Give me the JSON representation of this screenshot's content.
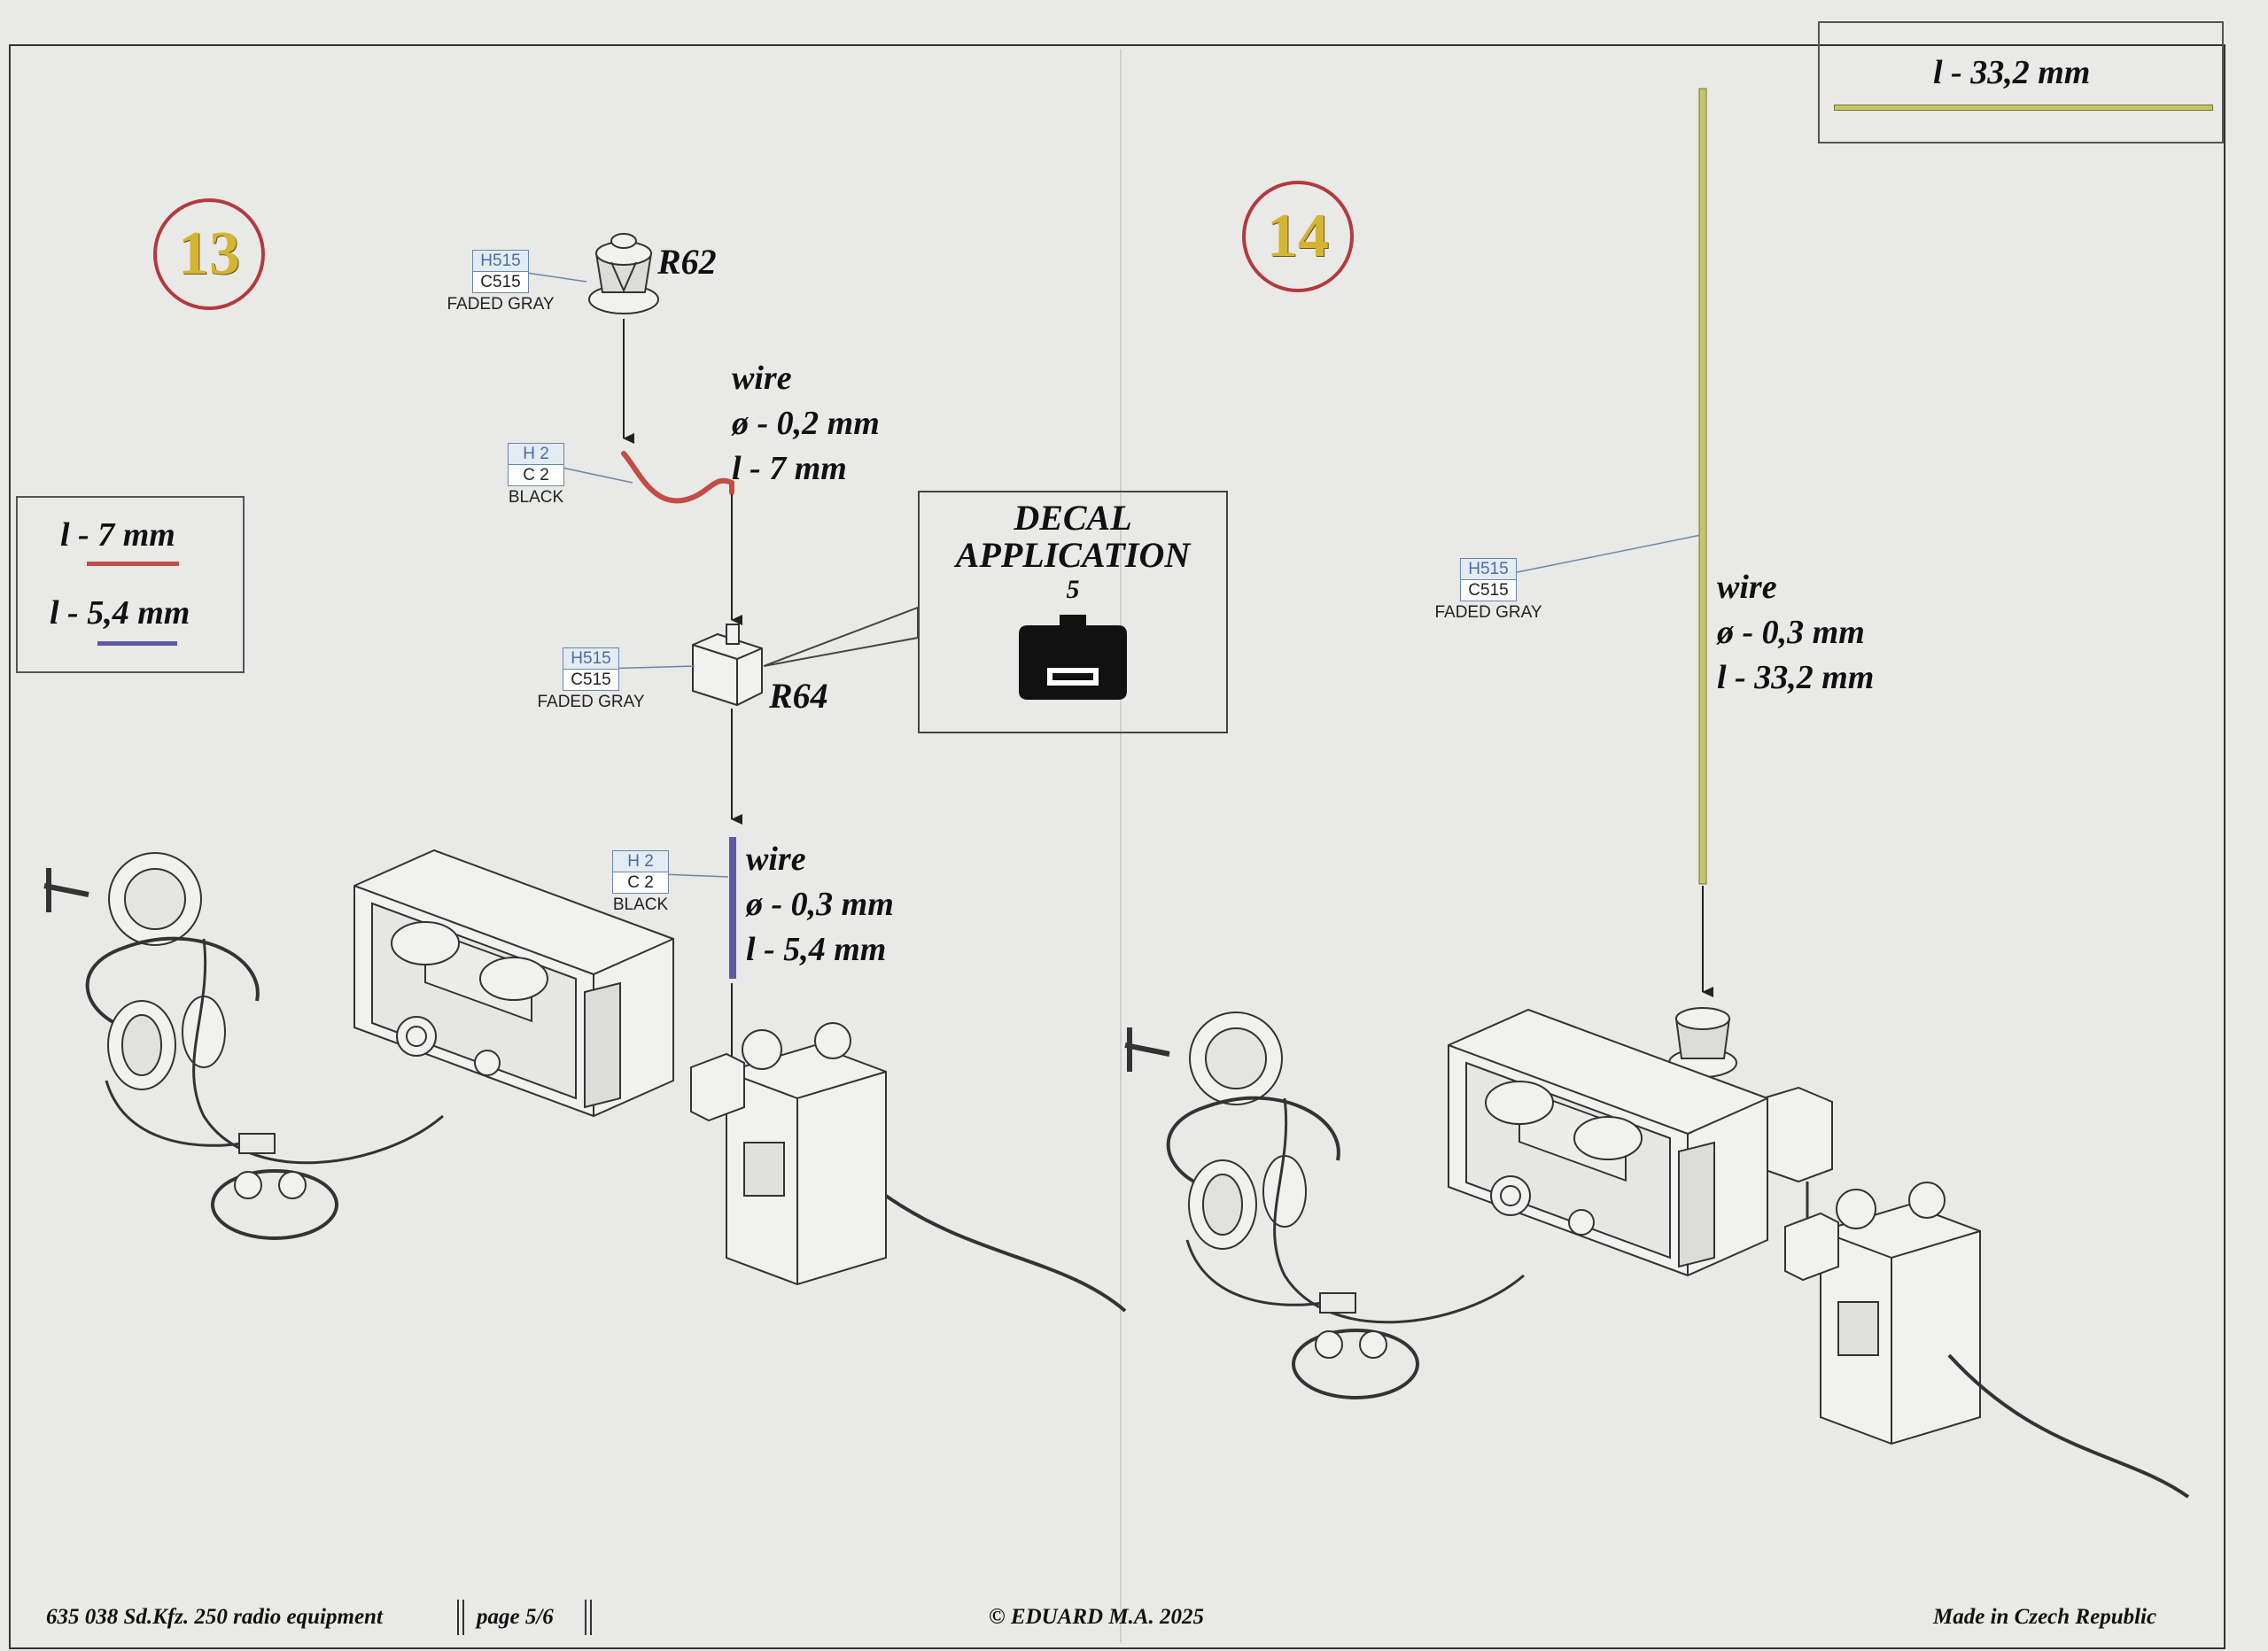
{
  "colors": {
    "step_circle": "#b23a3e",
    "step_number": "#d4b433",
    "wire_red": "#c24d45",
    "wire_purple": "#5d5aa5",
    "wire_olive": "#c7c56a",
    "paint_code_blue": "#4a6ea0"
  },
  "step13": {
    "number": "13",
    "r62": {
      "label": "R62",
      "paint": {
        "code1": "H515",
        "code2": "C515",
        "name": "FADED GRAY"
      }
    },
    "wire_a": {
      "line1": "wire",
      "line2": "ø - 0,2 mm",
      "line3": "l - 7 mm",
      "paint": {
        "code1": "H 2",
        "code2": "C 2",
        "name": "BLACK"
      }
    },
    "r64": {
      "label": "R64",
      "paint": {
        "code1": "H515",
        "code2": "C515",
        "name": "FADED GRAY"
      }
    },
    "decal": {
      "title_line1": "DECAL",
      "title_line2": "APPLICATION",
      "number": "5"
    },
    "wire_b": {
      "line1": "wire",
      "line2": "ø - 0,3 mm",
      "line3": "l - 5,4 mm",
      "paint": {
        "code1": "H 2",
        "code2": "C 2",
        "name": "BLACK"
      }
    },
    "legend": {
      "item1": "l - 7 mm",
      "item2": "l - 5,4 mm"
    }
  },
  "step14": {
    "number": "14",
    "wire": {
      "line1": "wire",
      "line2": "ø - 0,3 mm",
      "line3": "l - 33,2 mm",
      "paint": {
        "code1": "H515",
        "code2": "C515",
        "name": "FADED GRAY"
      }
    },
    "legend": {
      "item1": "l - 33,2 mm"
    }
  },
  "footer": {
    "kit": "635 038  Sd.Kfz. 250 radio equipment",
    "page": "page 5/6",
    "copyright": "© EDUARD  M.A. 2025",
    "origin": "Made in Czech Republic"
  }
}
